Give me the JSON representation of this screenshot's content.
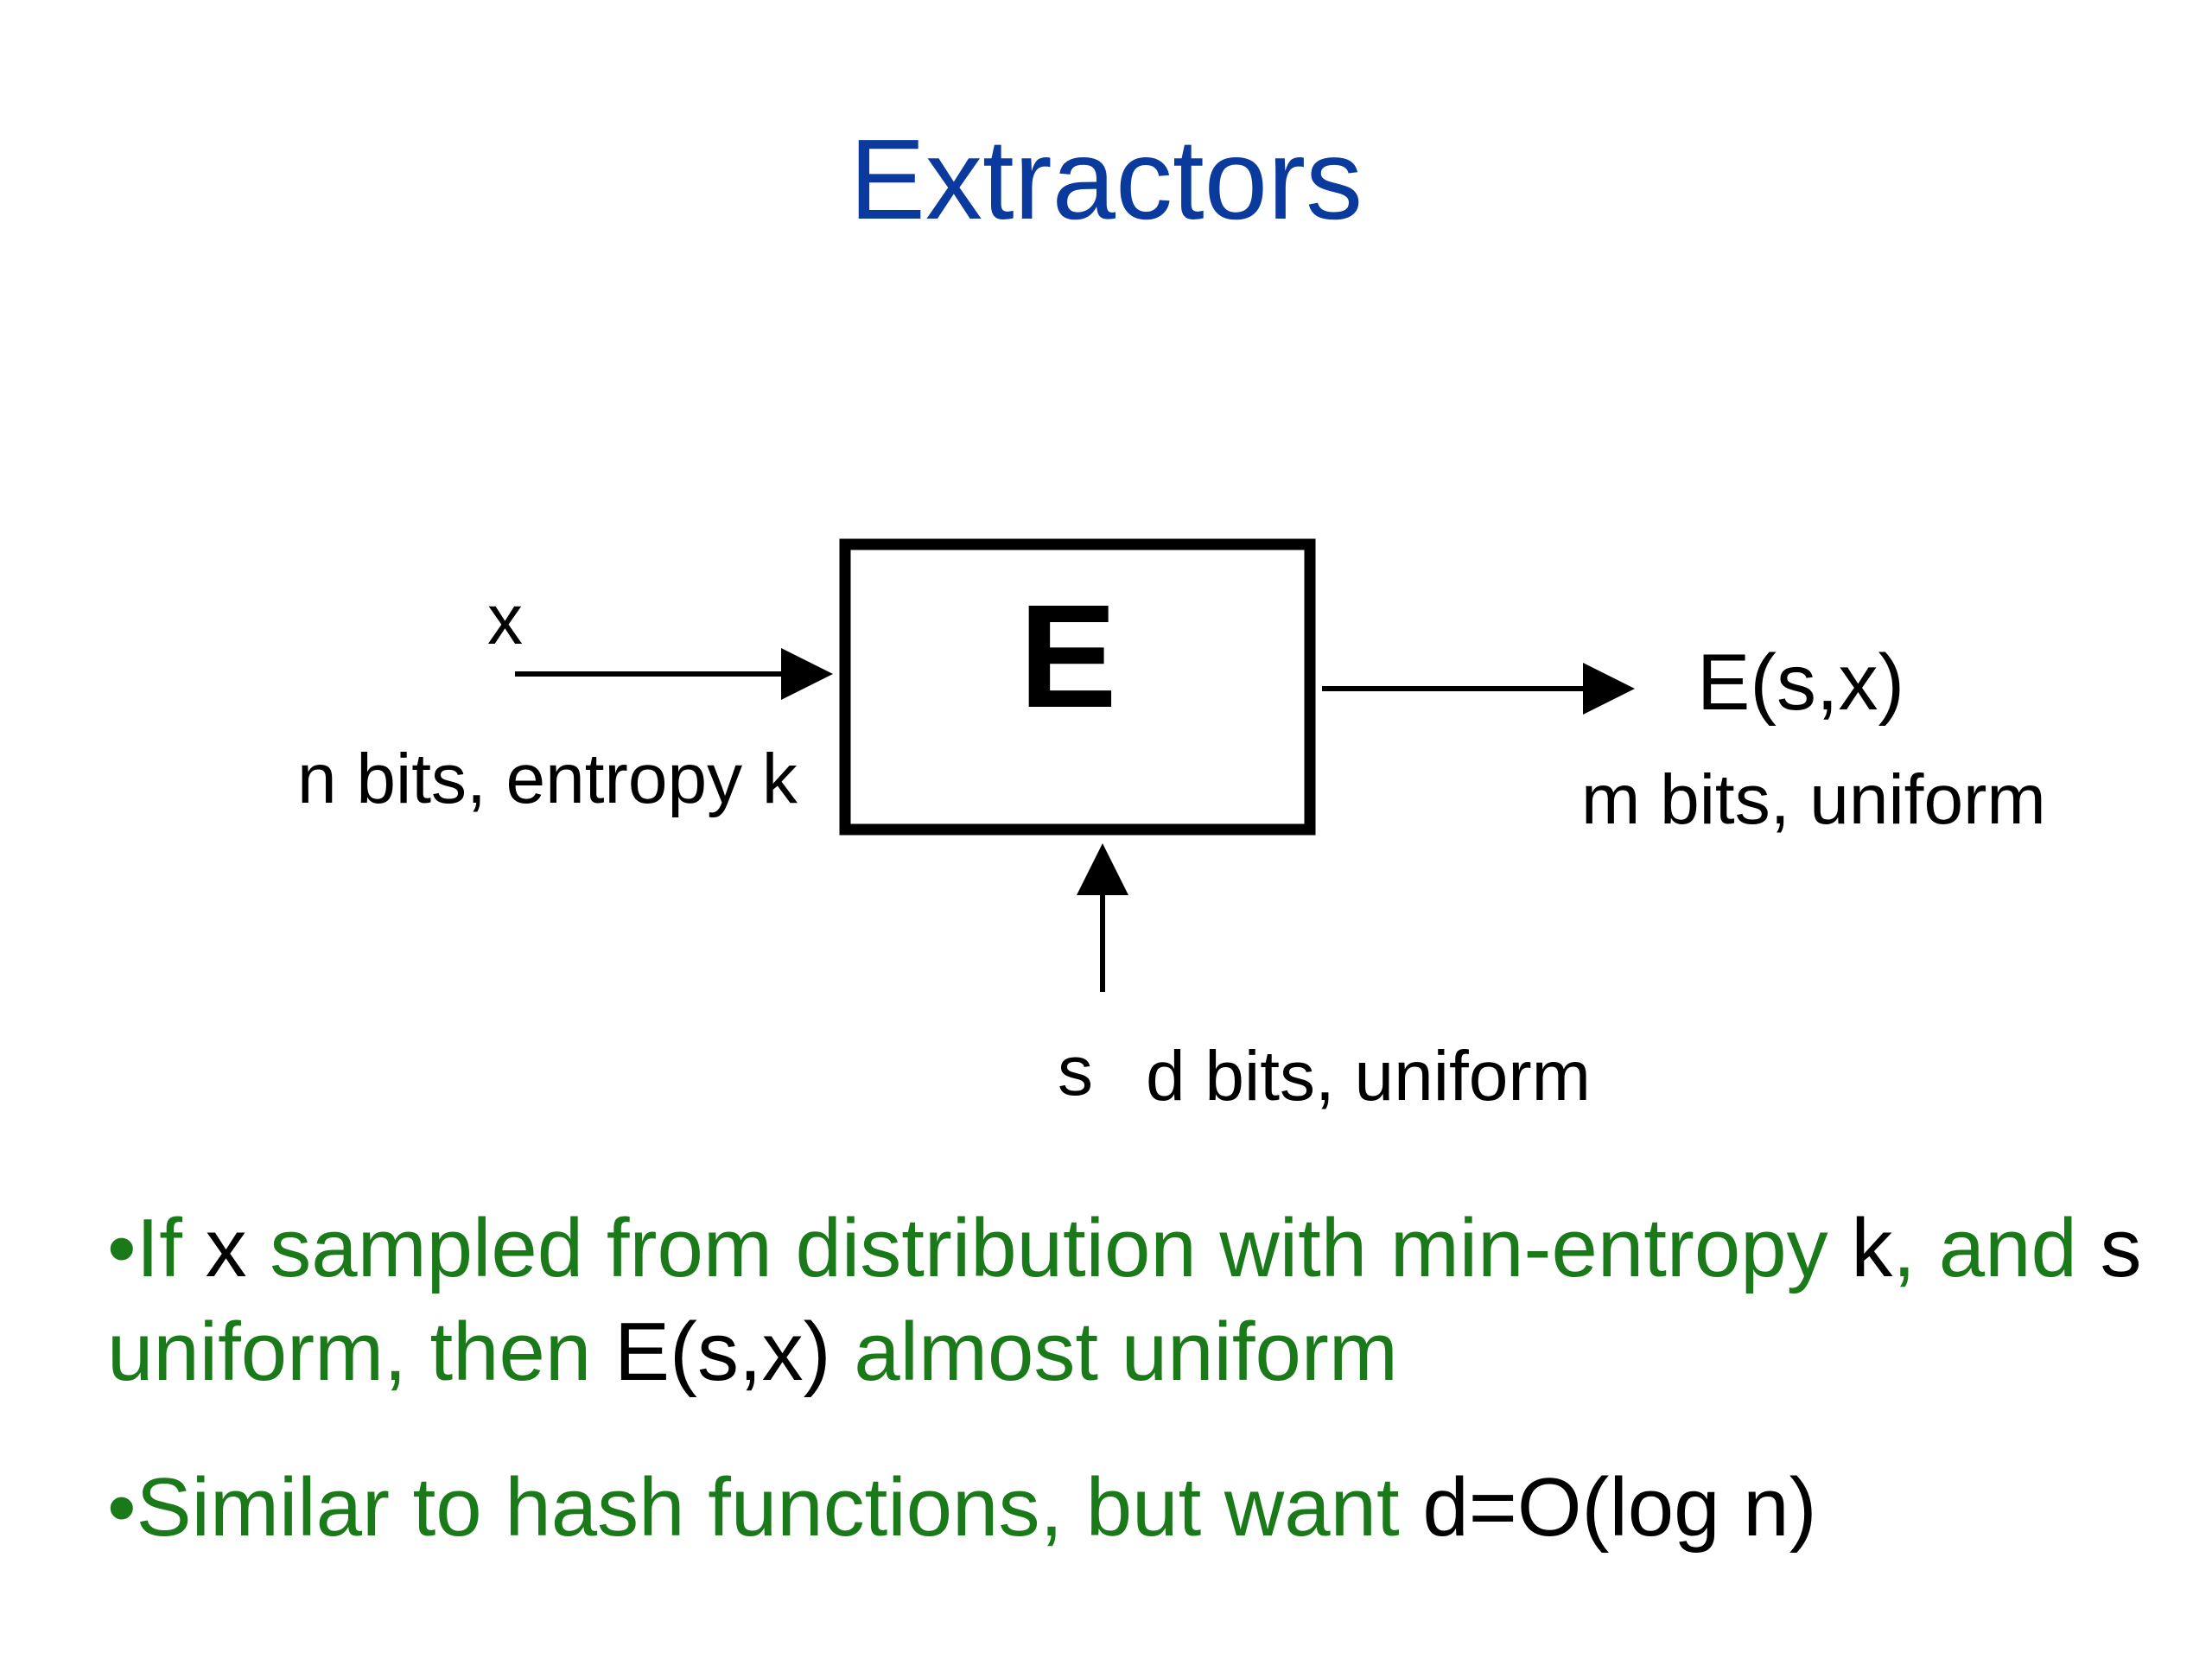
{
  "title": "Extractors",
  "colors": {
    "title": "#0a3a9e",
    "bullet_text": "#1a7a1a",
    "math_text": "#000000",
    "diagram": "#000000"
  },
  "diagram": {
    "box_label": "E",
    "input_x": {
      "name": "x",
      "desc": "n bits, entropy k"
    },
    "input_s": {
      "name": "s",
      "desc": "d bits, uniform"
    },
    "output": {
      "name": "E(s,x)",
      "desc": "m bits, uniform"
    }
  },
  "bullets": [
    {
      "segments": [
        {
          "text": "•If ",
          "style": "green"
        },
        {
          "text": "x",
          "style": "black"
        },
        {
          "text": " sampled from distribution with min-entropy ",
          "style": "green"
        },
        {
          "text": "k",
          "style": "black"
        },
        {
          "text": ", and ",
          "style": "green"
        },
        {
          "text": "s",
          "style": "black"
        },
        {
          "text": " uniform, then ",
          "style": "green"
        },
        {
          "text": "E(s,x)",
          "style": "black"
        },
        {
          "text": " almost uniform",
          "style": "green"
        }
      ]
    },
    {
      "segments": [
        {
          "text": "•Similar to hash functions, but want ",
          "style": "green"
        },
        {
          "text": "d=O(log n)",
          "style": "black"
        }
      ]
    }
  ]
}
